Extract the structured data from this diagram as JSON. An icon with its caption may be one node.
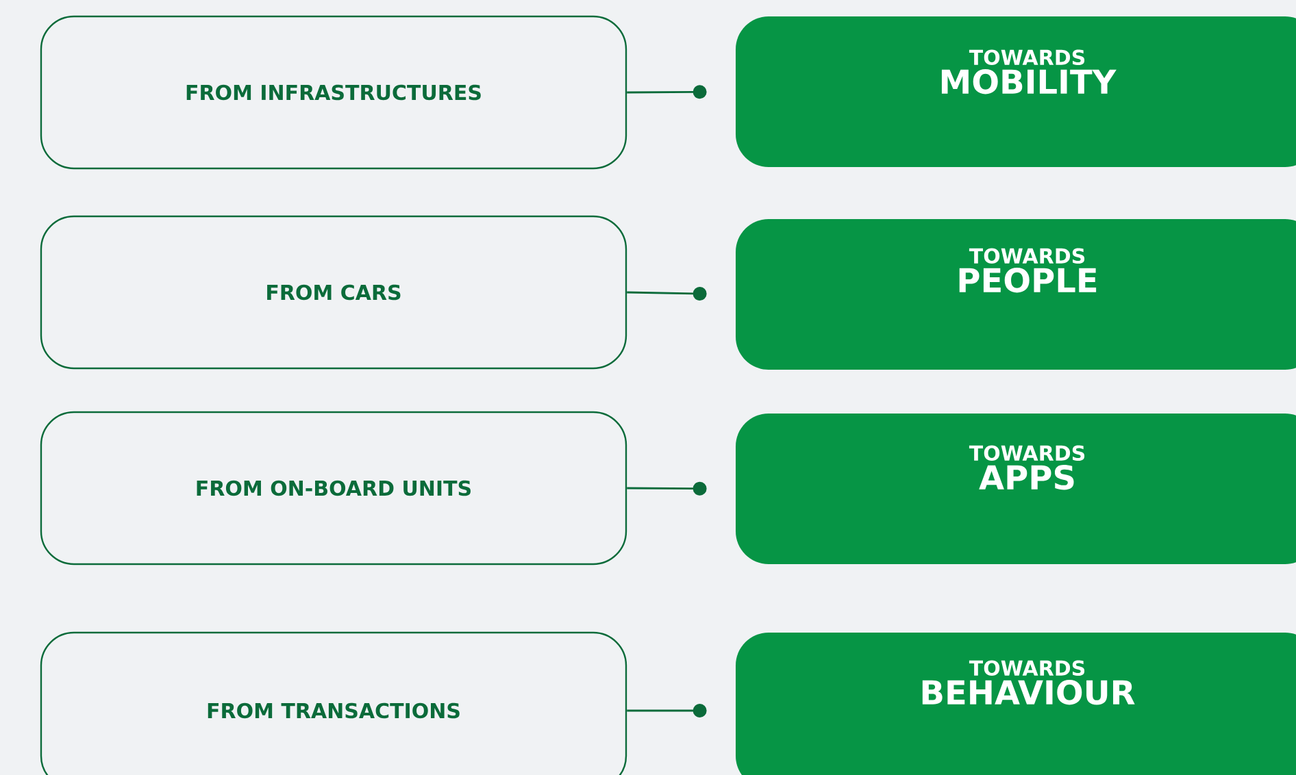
{
  "diagram": {
    "nodes": [
      {
        "text": [
          "FROM INFRASTRUCTURES"
        ]
      },
      {
        "text": [
          "TOWARDS",
          "MOBILITY"
        ]
      },
      {
        "text": [
          "FROM CARS"
        ]
      },
      {
        "text": [
          "TOWARDS",
          "PEOPLE"
        ]
      },
      {
        "text": [
          "FROM ON-BOARD UNITS"
        ]
      },
      {
        "text": [
          "TOWARDS",
          "APPS"
        ]
      },
      {
        "text": [
          "FROM TRANSACTIONS"
        ]
      },
      {
        "text": [
          "TOWARDS",
          "BEHAVIOUR"
        ]
      }
    ],
    "edges": [
      {
        "from": 0,
        "to": 1,
        "arrow": "other"
      },
      {
        "from": 2,
        "to": 3,
        "arrow": "other"
      },
      {
        "from": 4,
        "to": 5,
        "arrow": "other"
      },
      {
        "from": 6,
        "to": 7,
        "arrow": "other"
      }
    ]
  }
}
